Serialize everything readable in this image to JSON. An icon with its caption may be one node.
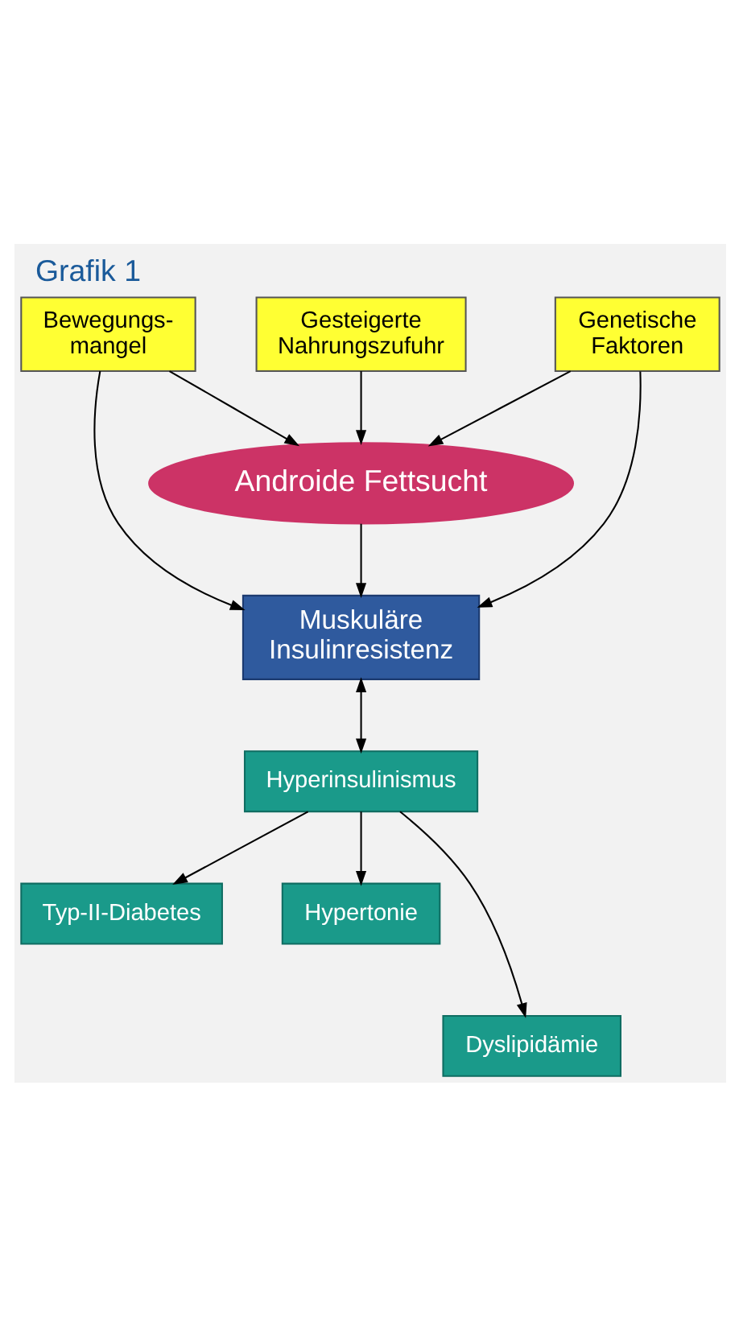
{
  "diagram": {
    "title": "Grafik 1",
    "nodes": [
      {
        "text": [
          "Gesteigerte Nahrungszufuhr"
        ]
      },
      {
        "text": [
          "Bewegungs- mangel"
        ]
      },
      {
        "text": [
          "Genetische Faktoren"
        ]
      },
      {
        "text": [
          "Androide Fettsucht"
        ]
      },
      {
        "text": [
          "Muskuläre Insulinresistenz"
        ]
      },
      {
        "text": [
          "Hyperinsulinismus"
        ]
      },
      {
        "text": [
          "Typ-II-Diabetes"
        ]
      },
      {
        "text": [
          "Hypertonie"
        ]
      },
      {
        "text": [
          "Dyslipidämie"
        ]
      }
    ],
    "edges": [
      {
        "from": 0,
        "to": 3,
        "arrow": "to"
      },
      {
        "from": 1,
        "to": 3,
        "arrow": "to"
      },
      {
        "from": 2,
        "to": 3,
        "arrow": "to"
      },
      {
        "from": 1,
        "to": 4,
        "arrow": "to"
      },
      {
        "from": 2,
        "to": 4,
        "arrow": "to"
      },
      {
        "from": 3,
        "to": 4,
        "arrow": "to"
      },
      {
        "from": 4,
        "to": 5,
        "arrow": "both"
      },
      {
        "from": 5,
        "to": 6,
        "arrow": "to"
      },
      {
        "from": 5,
        "to": 7,
        "arrow": "to"
      },
      {
        "from": 5,
        "to": 8,
        "arrow": "to"
      }
    ]
  }
}
